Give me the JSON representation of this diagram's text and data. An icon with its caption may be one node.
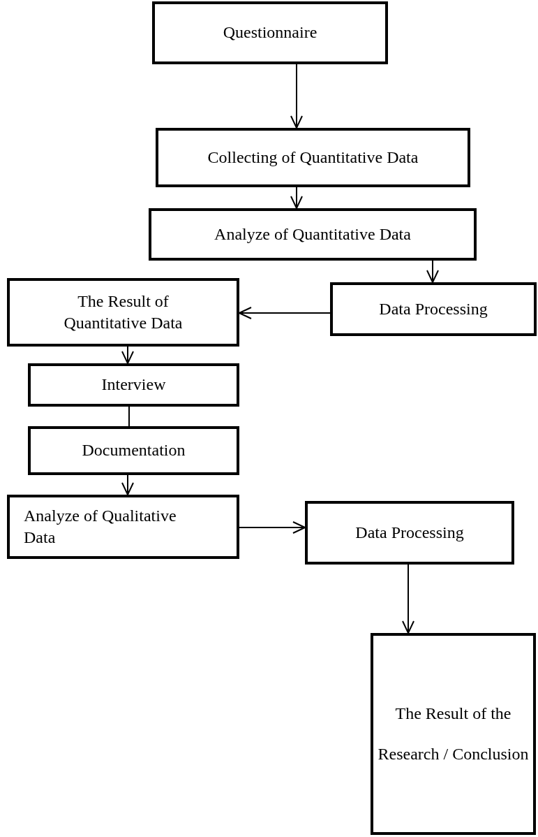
{
  "diagram": {
    "nodes": [
      {
        "text": [
          "Questionnaire"
        ]
      },
      {
        "text": [
          "Collecting of Quantitative Data"
        ]
      },
      {
        "text": [
          "Analyze of Quantitative Data"
        ]
      },
      {
        "text": [
          "Data Processing"
        ]
      },
      {
        "text": [
          "The Result of Quantitative Data"
        ]
      },
      {
        "text": [
          "Interview"
        ]
      },
      {
        "text": [
          "Documentation"
        ]
      },
      {
        "text": [
          "Analyze of Qualitative Data"
        ]
      },
      {
        "text": [
          "Data Processing"
        ]
      },
      {
        "text": [
          "The Result of the Research / Conclusion"
        ]
      }
    ],
    "edges": [
      {
        "from": 0,
        "to": 1,
        "arrow": "to"
      },
      {
        "from": 1,
        "to": 2,
        "arrow": "to"
      },
      {
        "from": 2,
        "to": 3,
        "arrow": "to"
      },
      {
        "from": 3,
        "to": 4,
        "arrow": "to"
      },
      {
        "from": 4,
        "to": 5,
        "arrow": "to"
      },
      {
        "from": 5,
        "to": 6,
        "arrow": "none"
      },
      {
        "from": 6,
        "to": 7,
        "arrow": "to"
      },
      {
        "from": 7,
        "to": 8,
        "arrow": "to"
      },
      {
        "from": 8,
        "to": 9,
        "arrow": "to"
      }
    ]
  }
}
